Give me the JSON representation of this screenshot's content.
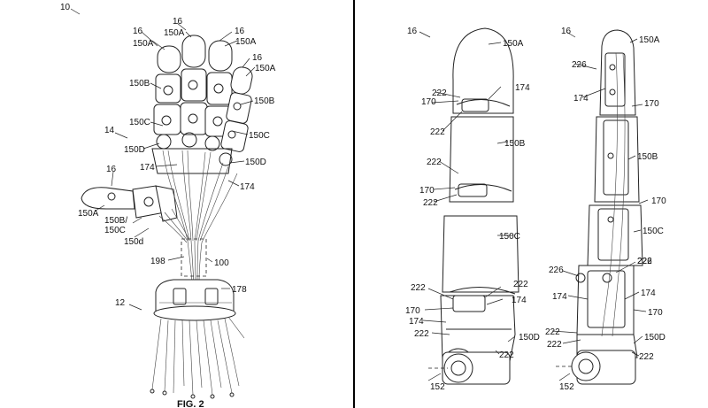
{
  "colors": {
    "ink": "#111111",
    "paper": "#ffffff",
    "divider": "#000000"
  },
  "left_panel": {
    "labels": {
      "hand": "10",
      "finger_16a": "16",
      "finger_16b": "16",
      "finger_16c": "16",
      "finger_16d": "16",
      "thumb_16": "16",
      "tip_150A_1": "150A",
      "tip_150A_2": "150A",
      "tip_150A_3": "150A",
      "tip_150A_4": "150A",
      "thumb_150A": "150A",
      "mid_150B_1": "150B",
      "mid_150B_2": "150B",
      "prox_150C_1": "150C",
      "prox_150C_2": "150C",
      "base_150D_1": "150D",
      "base_150D_2": "150D",
      "thumb_150B": "150B/",
      "thumb_150C": "150C",
      "thumb_150d": "150d",
      "palm_14": "14",
      "cable_174_1": "174",
      "cable_174_2": "174",
      "bundle_198": "198",
      "region_100": "100",
      "wrist_178": "178",
      "forearm_12": "12",
      "figure": "FIG. 2"
    }
  },
  "right_panel": {
    "labels": {
      "finger_16": "16",
      "finger_16_b": "16",
      "seg_150A_1": "150A",
      "seg_150A_2": "150A",
      "seg_150B_1": "150B",
      "seg_150B_2": "150B",
      "seg_150C_1": "150C",
      "seg_150C_2": "150C",
      "seg_150D_1": "150D",
      "seg_150D_2": "150D",
      "j222_1": "222",
      "j222_2": "222",
      "j222_3": "222",
      "j222_4": "222",
      "j222_5": "222",
      "j222_6": "222",
      "j222_7": "222",
      "j222_8": "222",
      "j222_9": "222",
      "j222_10": "222",
      "j222_11": "222",
      "j222_12": "222",
      "c174_1": "174",
      "c174_2": "174",
      "c174_3": "174",
      "c174_4": "174",
      "c174_5": "174",
      "c174_6": "174",
      "c170_1": "170",
      "c170_2": "170",
      "c170_3": "170",
      "c170_4": "170",
      "c170_5": "170",
      "c170_6": "170",
      "p226_1": "226",
      "p226_2": "226",
      "p226_3": "226",
      "axis_152_1": "152",
      "axis_152_2": "152"
    }
  }
}
